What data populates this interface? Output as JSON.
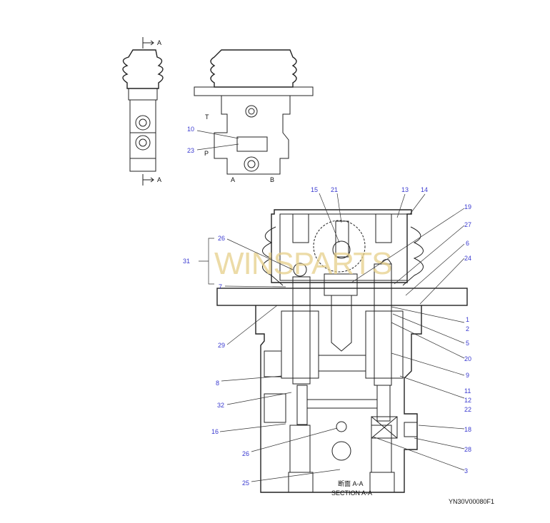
{
  "watermark": "WINSPARTS",
  "section_marks": {
    "top": "A",
    "bottom": "A"
  },
  "port_labels": {
    "T": "T",
    "P": "P",
    "A": "A",
    "B": "B"
  },
  "callouts": {
    "c10": "10",
    "c23": "23",
    "c15": "15",
    "c21": "21",
    "c13": "13",
    "c14": "14",
    "c19": "19",
    "c27": "27",
    "c6": "6",
    "c24": "24",
    "c26a": "26",
    "c31": "31",
    "c7": "7",
    "c1": "1",
    "c2": "2",
    "c5": "5",
    "c20": "20",
    "c9": "9",
    "c11": "11",
    "c12": "12",
    "c22": "22",
    "c29": "29",
    "c8": "8",
    "c32": "32",
    "c16": "16",
    "c18": "18",
    "c26b": "26",
    "c28": "28",
    "c3": "3",
    "c25": "25"
  },
  "caption": {
    "jp": "断面 A-A",
    "en": "SECTION A-A"
  },
  "drawing_code": "YN30V00080F1"
}
